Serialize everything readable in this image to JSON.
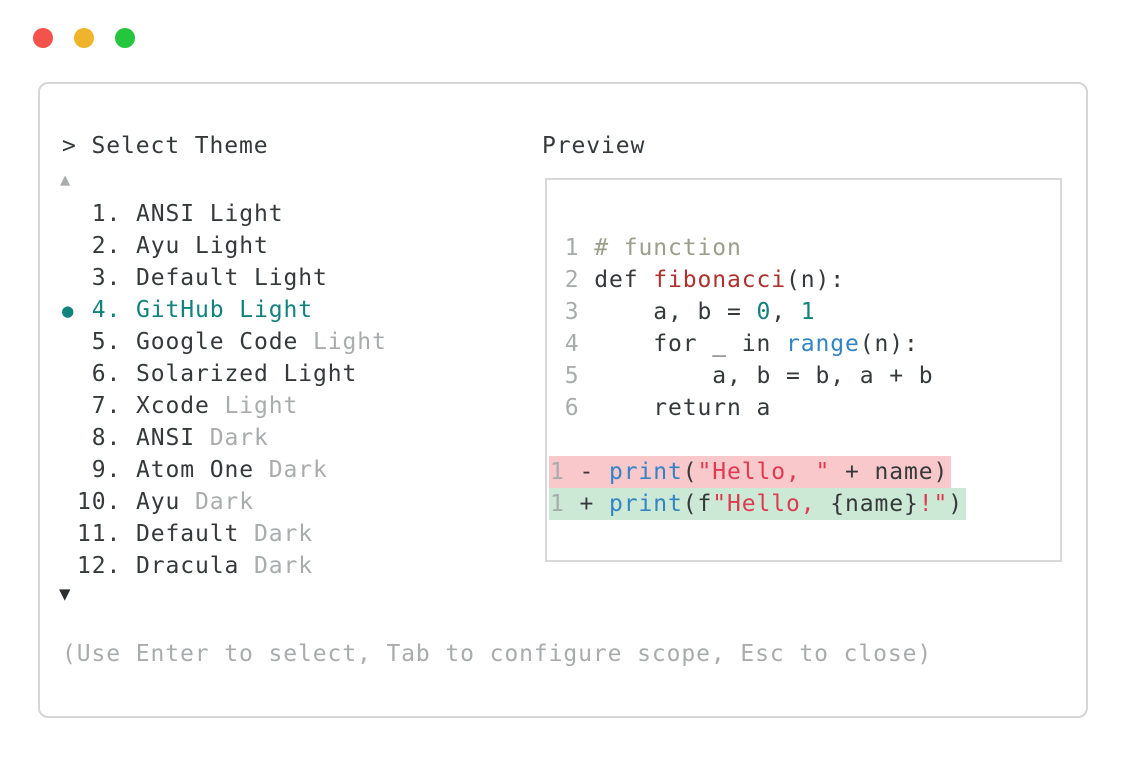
{
  "window": {
    "controls": {
      "close": "red",
      "minimize": "yellow",
      "zoom": "green"
    },
    "colors": {
      "traffic_red": "#f4534c",
      "traffic_yellow": "#f0b42c",
      "traffic_green": "#24c63e",
      "panel_border": "#d6d6d6",
      "text": "#36393c",
      "dim_text": "#a9abac",
      "accent_teal": "#12827e",
      "syntax_comment": "#9b9e8b",
      "syntax_red": "#ad312d",
      "syntax_blue": "#3384c6",
      "syntax_string": "#e03a52",
      "diff_removed_bg": "#f9c8ca",
      "diff_added_bg": "#cbe9d4"
    }
  },
  "header": {
    "prompt": ">",
    "title": "Select Theme",
    "preview_label": "Preview"
  },
  "theme_list": {
    "scroll_up_icon": "▲",
    "scroll_down_icon": "▼",
    "selected_marker": "●",
    "items": [
      {
        "number": "1",
        "name": "ANSI Light",
        "dim": "",
        "selected": false
      },
      {
        "number": "2",
        "name": "Ayu Light",
        "dim": "",
        "selected": false
      },
      {
        "number": "3",
        "name": "Default Light",
        "dim": "",
        "selected": false
      },
      {
        "number": "4",
        "name": "GitHub Light",
        "dim": "",
        "selected": true
      },
      {
        "number": "5",
        "name": "Google Code",
        "dim": "Light",
        "selected": false
      },
      {
        "number": "6",
        "name": "Solarized Light",
        "dim": "",
        "selected": false
      },
      {
        "number": "7",
        "name": "Xcode",
        "dim": "Light",
        "selected": false
      },
      {
        "number": "8",
        "name": "ANSI",
        "dim": "Dark",
        "selected": false
      },
      {
        "number": "9",
        "name": "Atom One",
        "dim": "Dark",
        "selected": false
      },
      {
        "number": "10",
        "name": "Ayu",
        "dim": "Dark",
        "selected": false
      },
      {
        "number": "11",
        "name": "Default",
        "dim": "Dark",
        "selected": false
      },
      {
        "number": "12",
        "name": "Dracula",
        "dim": "Dark",
        "selected": false
      }
    ]
  },
  "preview": {
    "lines": [
      {
        "num": "1",
        "bg": null,
        "segs": [
          [
            "comment",
            "# function"
          ]
        ]
      },
      {
        "num": "2",
        "bg": null,
        "segs": [
          [
            "fg",
            "def "
          ],
          [
            "red",
            "fibonacci"
          ],
          [
            "fg",
            "(n):"
          ]
        ]
      },
      {
        "num": "3",
        "bg": null,
        "segs": [
          [
            "fg",
            "    a, b = "
          ],
          [
            "teal",
            "0"
          ],
          [
            "fg",
            ", "
          ],
          [
            "teal",
            "1"
          ]
        ]
      },
      {
        "num": "4",
        "bg": null,
        "segs": [
          [
            "fg",
            "    for _ in "
          ],
          [
            "blue",
            "range"
          ],
          [
            "fg",
            "(n):"
          ]
        ]
      },
      {
        "num": "5",
        "bg": null,
        "segs": [
          [
            "fg",
            "        a, b = b, a + b"
          ]
        ]
      },
      {
        "num": "6",
        "bg": null,
        "segs": [
          [
            "fg",
            "    return a"
          ]
        ]
      },
      {
        "num": "",
        "bg": null,
        "segs": []
      },
      {
        "num": "1",
        "bg": "removed",
        "segs": [
          [
            "fg",
            "- "
          ],
          [
            "blue",
            "print"
          ],
          [
            "fg",
            "("
          ],
          [
            "string",
            "\"Hello, \""
          ],
          [
            "fg",
            " + name)"
          ]
        ]
      },
      {
        "num": "1",
        "bg": "added",
        "segs": [
          [
            "fg",
            "+ "
          ],
          [
            "blue",
            "print"
          ],
          [
            "fg",
            "(f"
          ],
          [
            "string",
            "\"Hello, "
          ],
          [
            "fg",
            "{name}"
          ],
          [
            "string",
            "!\""
          ],
          [
            "fg",
            ")"
          ]
        ]
      }
    ]
  },
  "help_text": "(Use Enter to select, Tab to configure scope, Esc to close)"
}
